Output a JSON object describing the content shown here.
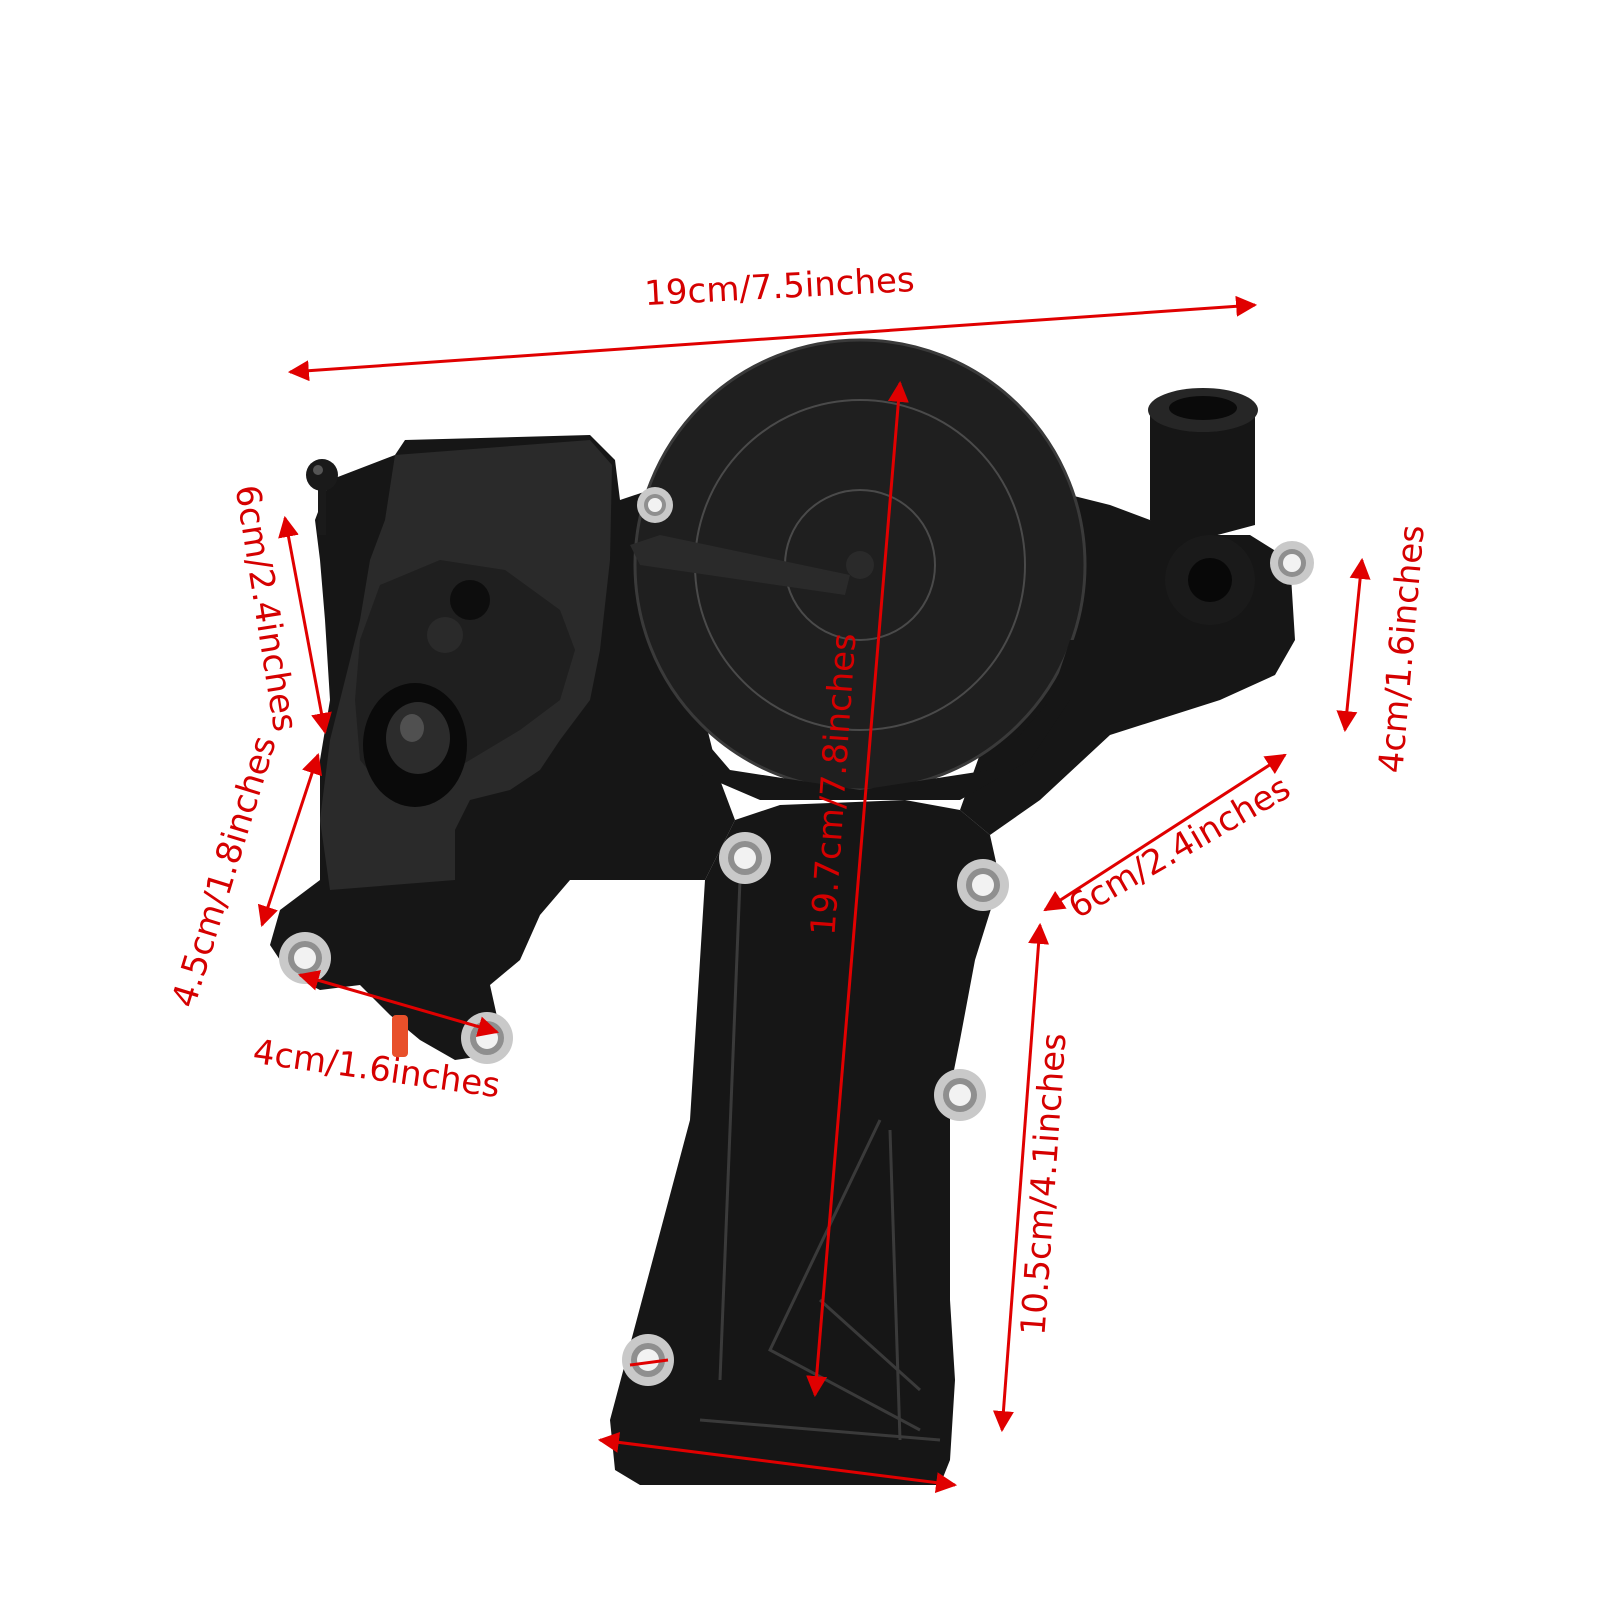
{
  "colors": {
    "dimension": "#e00000",
    "part": "#161616",
    "background": "#ffffff"
  },
  "dimensions": {
    "overall_width": "19cm/7.5inches",
    "overall_height": "19.7cm/7.8inches",
    "left_upper_height": "6cm/2.4inches",
    "left_lower_height": "4.5cm/1.8inches",
    "bottom_left_span": "4cm/1.6inches",
    "right_small_height": "4cm/1.6inches",
    "right_diagonal": "6cm/2.4inches",
    "right_lower_height": "10.5cm/4.1inches"
  }
}
